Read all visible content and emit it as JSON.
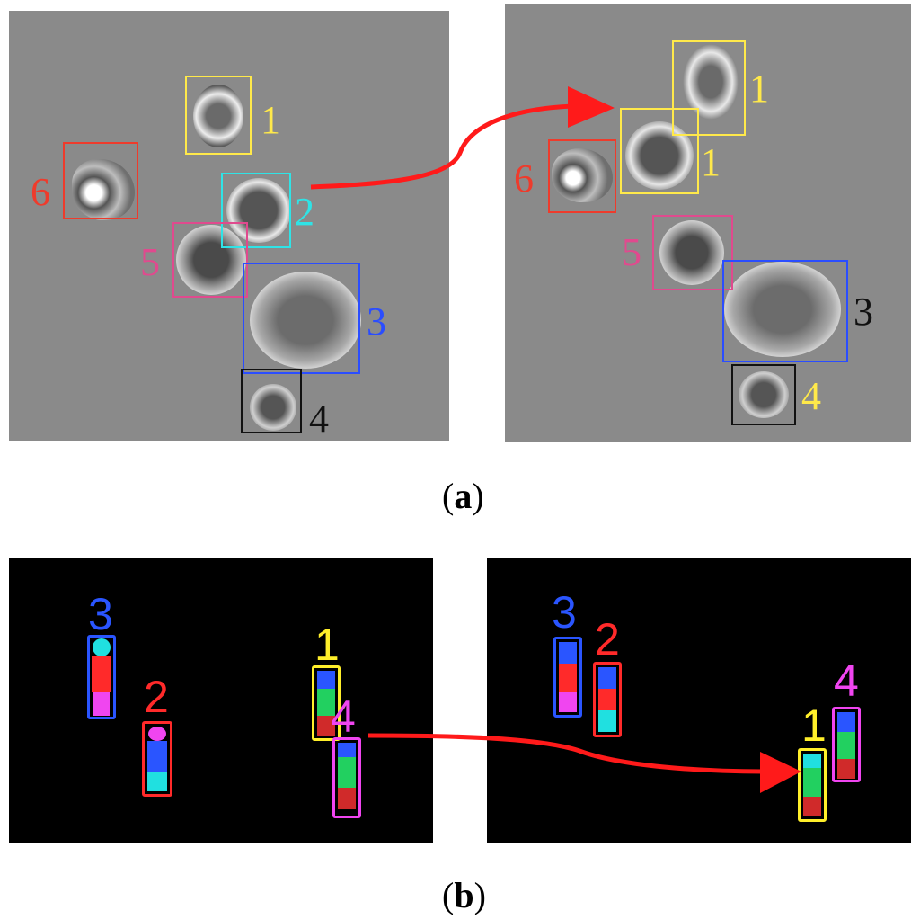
{
  "panel_a": {
    "caption": "a",
    "left": {
      "labels": {
        "l1": "1",
        "l2": "2",
        "l3": "3",
        "l4": "4",
        "l5": "5",
        "l6": "6"
      }
    },
    "right": {
      "labels": {
        "l1a": "1",
        "l1b": "1",
        "l3": "3",
        "l4": "4",
        "l5": "5",
        "l6": "6"
      }
    },
    "colors": {
      "yellow": "#ffe94a",
      "cyan": "#2fe3e6",
      "blue": "#2a4dff",
      "black": "#111111",
      "pink": "#e04a8e",
      "red": "#ee3b2c",
      "arrow": "#ff1a1a"
    }
  },
  "panel_b": {
    "caption": "b",
    "left": {
      "labels": {
        "l1": "1",
        "l2": "2",
        "l3": "3",
        "l4": "4"
      }
    },
    "right": {
      "labels": {
        "l1": "1",
        "l2": "2",
        "l3": "3",
        "l4": "4"
      }
    },
    "colors": {
      "blue": "#2a55ff",
      "red": "#ff2a2a",
      "yellow": "#ffef2a",
      "magenta": "#f045f0",
      "cyan": "#20e0e0",
      "green": "#22d060"
    }
  }
}
